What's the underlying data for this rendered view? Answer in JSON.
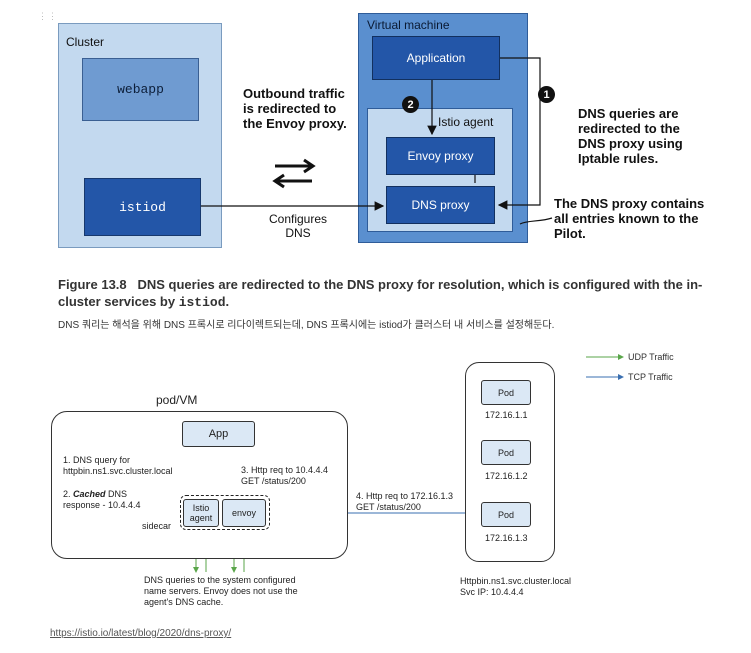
{
  "figure1": {
    "cluster_title": "Cluster",
    "webapp": "webapp",
    "istiod": "istiod",
    "vm_title": "Virtual machine",
    "application": "Application",
    "agent_title": "Istio agent",
    "envoy_proxy": "Envoy proxy",
    "dns_proxy": "DNS proxy",
    "badge1": "1",
    "badge2": "2",
    "outbound_note": [
      "Outbound traffic",
      "is redirected to",
      "the Envoy proxy."
    ],
    "configures_label": [
      "Configures",
      "DNS"
    ],
    "dns_queries_note": [
      "DNS queries are",
      "redirected to the",
      "DNS proxy using",
      "Iptable rules."
    ],
    "dns_contains_note": [
      "The DNS proxy contains",
      "all entries known to the",
      "Pilot."
    ]
  },
  "caption": {
    "figure_number": "Figure 13.8",
    "text": "DNS queries are redirected to the DNS proxy for resolution, which is configured with the in-cluster services by",
    "code": "istiod",
    "end": ".",
    "korean": "DNS 쿼리는 해석을 위해 DNS 프록시로 리다이렉트되는데, DNS 프록시에는 istiod가 클러스터 내 서비스를 설정해둔다."
  },
  "figure2": {
    "legend_udp": "UDP Traffic",
    "legend_tcp": "TCP Traffic",
    "udp_color": "#5aa64a",
    "tcp_color": "#3a6fb0",
    "podvm_title": "pod/VM",
    "app": "App",
    "istio_agent": [
      "Istio",
      "agent"
    ],
    "envoy": "envoy",
    "sidecar": "sidecar",
    "step1": [
      "1. DNS query for",
      "httpbin.ns1.svc.cluster.local"
    ],
    "step2_prefix": "2. ",
    "step2_cached": "Cached",
    "step2_rest": " DNS",
    "step2_line2": "response - 10.4.4.4",
    "step3": [
      "3. Http req to 10.4.4.4",
      "GET /status/200"
    ],
    "step4": [
      "4. Http req to 172.16.1.3",
      "GET /status/200"
    ],
    "dns_note": [
      "DNS queries to the system configured",
      "name servers. Envoy does not use the",
      "agent's DNS cache."
    ],
    "pods": [
      {
        "label": "Pod",
        "ip": "172.16.1.1"
      },
      {
        "label": "Pod",
        "ip": "172.16.1.2"
      },
      {
        "label": "Pod",
        "ip": "172.16.1.3"
      }
    ],
    "service_name": "Httpbin.ns1.svc.cluster.local",
    "service_ip": "Svc IP: 10.4.4.4"
  },
  "link": "https://istio.io/latest/blog/2020/dns-proxy/"
}
